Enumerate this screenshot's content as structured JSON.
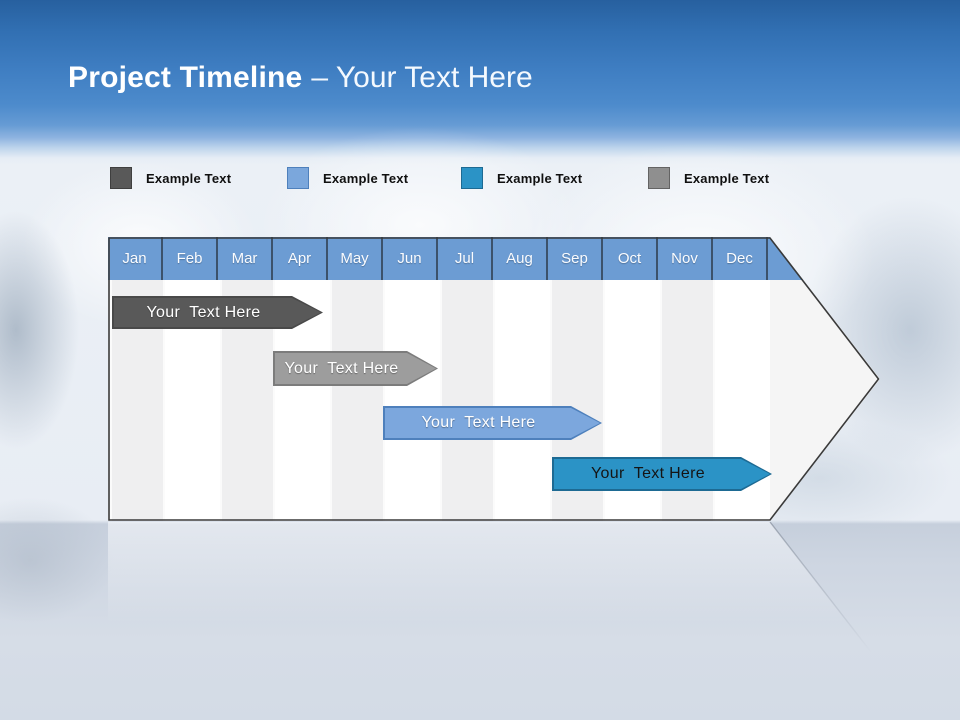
{
  "title": {
    "bold": "Project Timeline",
    "rest": "– Your Text Here"
  },
  "legend": {
    "items": [
      {
        "label": "Example Text",
        "color": "#595959",
        "border": "#3F3F3F"
      },
      {
        "label": "Example Text",
        "color": "#7BA7DC",
        "border": "#4E80BC"
      },
      {
        "label": "Example Text",
        "color": "#2B93C6",
        "border": "#1D6A93"
      },
      {
        "label": "Example Text",
        "color": "#8F8F8F",
        "border": "#636363"
      }
    ]
  },
  "timeline": {
    "months": [
      "Jan",
      "Feb",
      "Mar",
      "Apr",
      "May",
      "Jun",
      "Jul",
      "Aug",
      "Sep",
      "Oct",
      "Nov",
      "Dec"
    ],
    "header_color": "#6C9CD3",
    "column_colors": [
      "#EFEFF0",
      "#FFFFFF"
    ],
    "bars": [
      {
        "label": "Your  Text Here",
        "fill": "#595959",
        "border": "#494949",
        "text_color": "#FFFFFF"
      },
      {
        "label": "Your  Text Here",
        "fill": "#9D9D9D",
        "border": "#7C7C7C",
        "text_color": "#FFFFFF"
      },
      {
        "label": "Your  Text Here",
        "fill": "#7CA7DD",
        "border": "#4E80BC",
        "text_color": "#FFFFFF"
      },
      {
        "label": "Your  Text Here",
        "fill": "#2B93C6",
        "border": "#1D6A93",
        "text_color": "#151515"
      }
    ]
  }
}
